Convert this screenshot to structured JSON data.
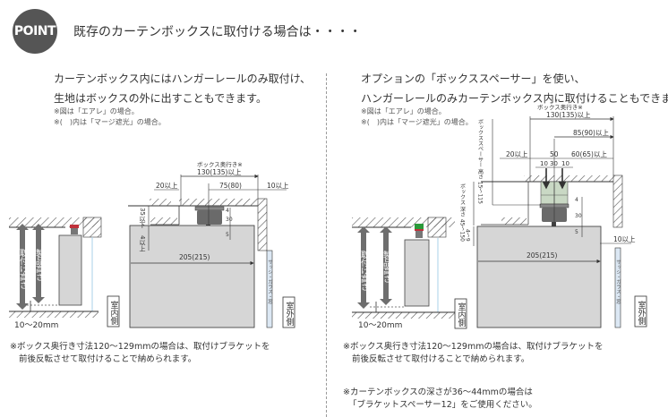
{
  "header": {
    "badge": "POINT",
    "title": "既存のカーテンボックスに取付ける場合は・・・・"
  },
  "left": {
    "lead_lines": [
      "カーテンボックス内にはハンガーレールのみ取付け、",
      "生地はボックスの外に出すこともできます。"
    ],
    "notes": [
      "※図は「エアレ」の場合。",
      "※(　)内は「マージ遮光」の場合。"
    ],
    "dims": {
      "box_depth_label": "ボックス奥行き※",
      "box_depth": "130(135)以上",
      "gap_left": "20以上",
      "rail_offset": "75(80)",
      "gap_right": "10以上",
      "box_height": "35以下",
      "min_clear": "4以上",
      "width": "205(215)",
      "rail_h": "30",
      "rail_gap": "5",
      "top_gap": "4",
      "floor_gap": "10〜20mm",
      "mount_height": "取付け高さ",
      "product_height": "製品高さ",
      "indoor": "室内側",
      "outdoor": "室外側",
      "window": "サッシ・ガラス・窓"
    },
    "footnote": [
      "※ボックス奥行き寸法120〜129mmの場合は、取付けブラケットを",
      "前後反転させて取付けることで納められます。"
    ]
  },
  "right": {
    "lead_lines": [
      "オプションの「ボックススペーサー」を使い、",
      "ハンガーレールのみカーテンボックス内に取付けることもできます。"
    ],
    "notes": [
      "※図は「エアレ」の場合。",
      "※(　)内は「マージ遮光」の場合。"
    ],
    "dims": {
      "box_depth_label": "ボックス奥行き※",
      "box_depth": "130(135)以上",
      "offset_right": "85(90)以上",
      "gap_left": "20以上",
      "spacer_w": "50",
      "offset_right2": "60(65)以上",
      "d10a": "10",
      "d30": "30",
      "d10b": "10",
      "spacer_depth": "ボックススペーサー 高さ 15〜115",
      "box_depth_v": "ボックス 深さ 45〜150",
      "clear": "4〜9",
      "rail_h": "30",
      "rail_gap": "5",
      "top_gap": "4",
      "gap_right": "10以上",
      "width": "205(215)",
      "floor_gap": "10〜20mm",
      "mount_height": "取付け高さ",
      "product_height": "製品高さ",
      "indoor": "室内側",
      "outdoor": "室外側",
      "window": "サッシ・ガラス・窓"
    },
    "footnote": [
      "※ボックス奥行き寸法120〜129mmの場合は、取付けブラケットを",
      "前後反転させて取付けることで納められます。"
    ],
    "footnote2": [
      "※カーテンボックスの深さが36〜44mmの場合は",
      "「ブラケットスペーサー12」をご使用ください。"
    ]
  },
  "colors": {
    "badge": "#555555",
    "blind": "#d6d6d6",
    "rail": "#6a6a6a",
    "spacer": "#c9d8c4",
    "arrow": "#6e6e6e",
    "green_cap": "#2a9a3a",
    "red_cap": "#c0303a",
    "glass": "#dce8f4"
  }
}
